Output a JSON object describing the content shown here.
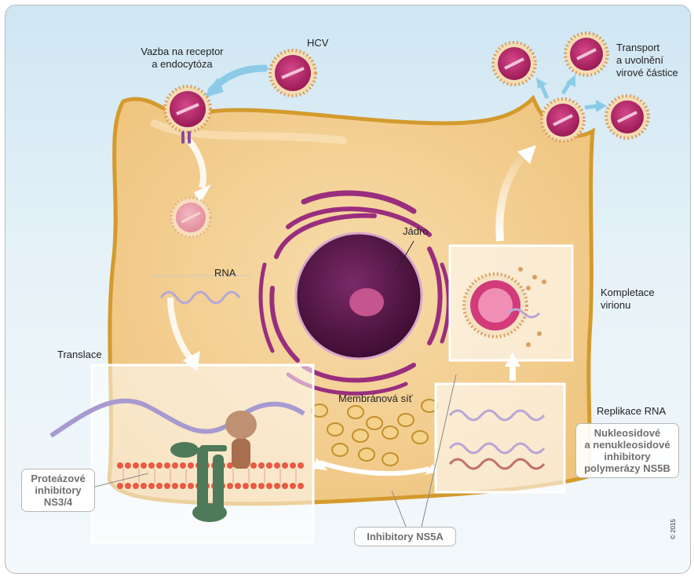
{
  "labels": {
    "hcv": "HCV",
    "binding": "Vazba na receptor\na endocytóza",
    "transport": "Transport\na uvolnění\nvirové částice",
    "nucleus": "Jádro",
    "rna": "RNA",
    "assembly": "Kompletace\nvirionu",
    "translation": "Translace",
    "membrane_web": "Membránová síť",
    "replication": "Replikace RNA"
  },
  "drug_boxes": {
    "protease": "Proteázové\ninhibitory\nNS3/4",
    "ns5a": "Inhibitory NS5A",
    "ns5b": "Nukleosidové\na nenukleosidové\ninhibitory\npolymerázy NS5B"
  },
  "copyright": "© 2015",
  "colors": {
    "cell": "#f3cf91",
    "cell_edge": "#d49a2c",
    "virus": "#c22a6e",
    "nucleus": "#5a1647",
    "er": "#9a2e7e",
    "arrow": "#8ccbe8",
    "protein": "#4e7a5a",
    "rna": "#b7a7d6"
  }
}
